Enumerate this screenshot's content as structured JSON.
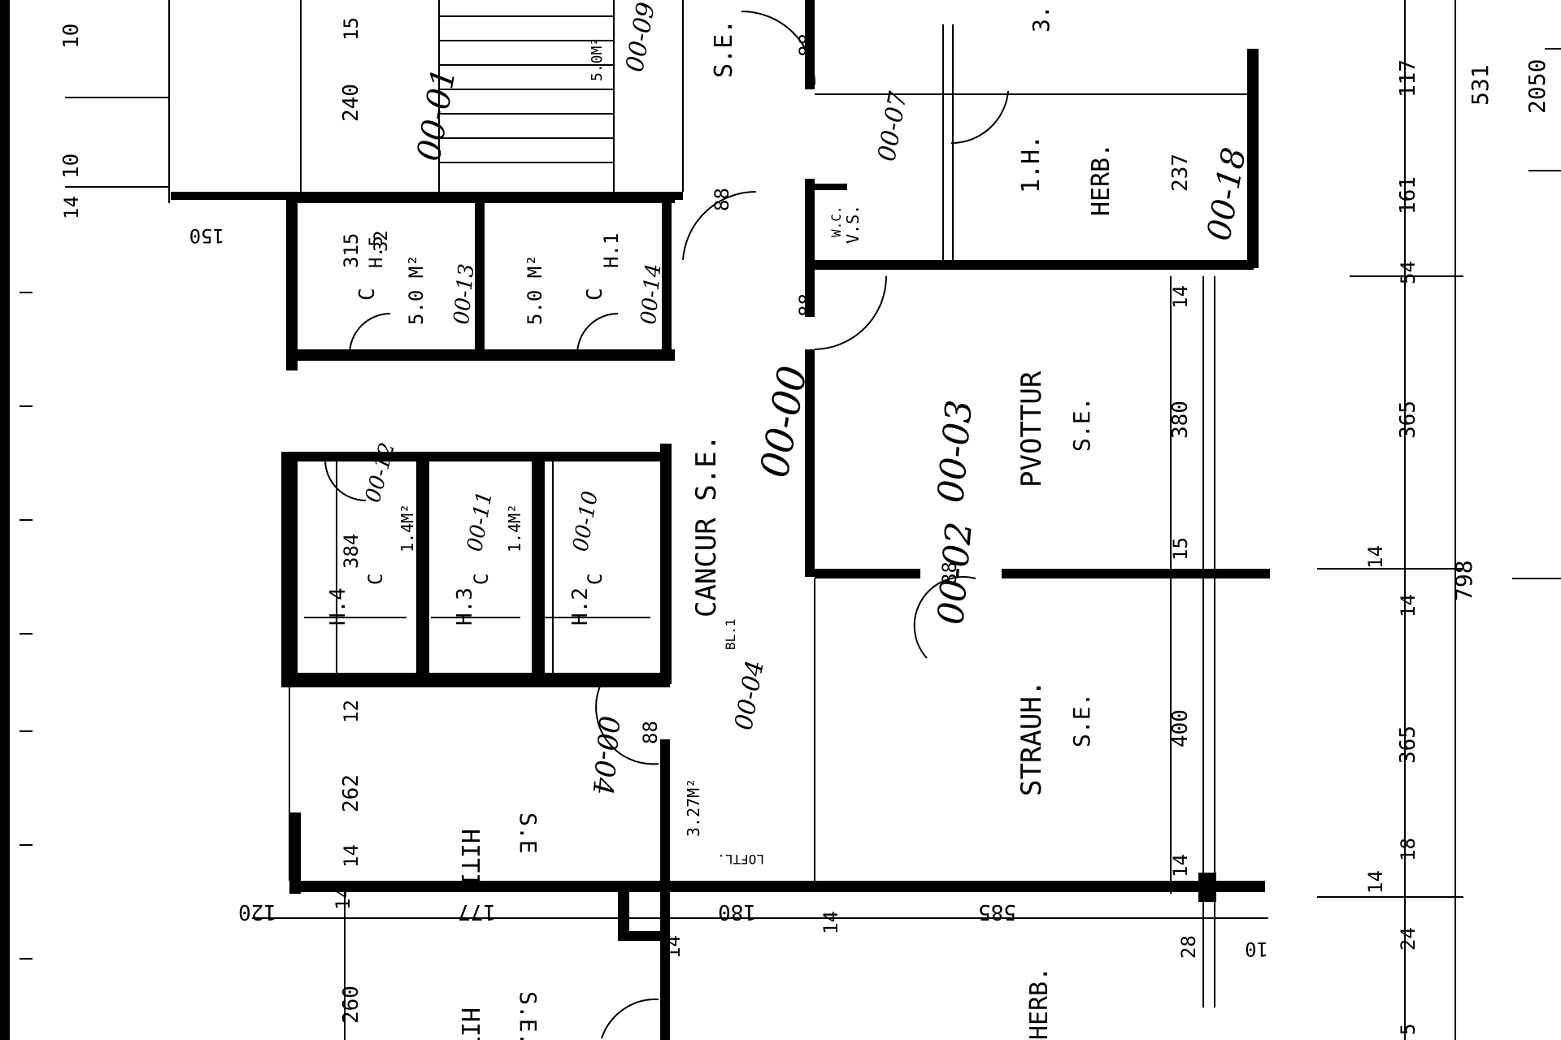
{
  "rooms": [
    {
      "id": "room-hiti",
      "name": "HITI",
      "sub": "S.E",
      "code": "00-04"
    },
    {
      "id": "room-cancur",
      "name": "CANCUR S.E.",
      "code": "00-00"
    },
    {
      "id": "room-pvottur",
      "name": "PVOTTUR",
      "sub": "S.E.",
      "code": "00-03"
    },
    {
      "id": "room-strauh",
      "name": "STRAUH.",
      "sub": "S.E.",
      "code": "00-02"
    },
    {
      "id": "room-1h-herb",
      "name": "1.H.",
      "sub": "HERB.",
      "code": "00-18"
    },
    {
      "id": "room-c-top",
      "name": "C",
      "area": "5.0 M²",
      "code": "00-13"
    },
    {
      "id": "room-c-top2",
      "name": "C",
      "area": "5.0 M²",
      "code": "00-14"
    },
    {
      "id": "room-c-mid1",
      "name": "C",
      "code": "00-12"
    },
    {
      "id": "room-c-mid2",
      "name": "C",
      "code": "00-11"
    },
    {
      "id": "room-c-mid3",
      "name": "C",
      "code": "00-10"
    },
    {
      "id": "room-small",
      "name": "LOFTL.",
      "code": "00-04"
    },
    {
      "id": "room-se-top",
      "name": "S.E.",
      "code": "00-07"
    },
    {
      "id": "room-vs",
      "name": "V.S.",
      "code": "00-07"
    },
    {
      "id": "room-stair",
      "code": "00-01"
    }
  ],
  "labels": {
    "hiti_bottom": "HITI",
    "se_bottom": "S.E.",
    "herb_bottom": "HERB.",
    "bl": "BL.1",
    "wc": "W.C.",
    "m2_label": "5.0M²",
    "m2_small": "1.4M²",
    "m2_mid": "1.4M²",
    "area_27": "3.27M²",
    "code_00_09": "00-09",
    "c_label": "C",
    "h4": "H.4",
    "h3": "H.3",
    "h2": "H.2",
    "h1": "H.1",
    "h5": "H.5",
    "s3": "3."
  },
  "dims": {
    "d88a": "88",
    "d88b": "88",
    "d88c": "88",
    "d88d": "88",
    "d88e": "88",
    "d240": "240",
    "d15": "15",
    "d10a": "10",
    "d10b": "10",
    "d14a": "14",
    "d150": "150",
    "d315": "315",
    "d32": "32",
    "d384": "384",
    "d12": "12",
    "d262": "262",
    "d14b": "14",
    "d120": "120",
    "d14c": "14",
    "d177": "177",
    "d180": "180",
    "d14d": "14",
    "d585": "585",
    "d28": "28",
    "d10c": "10",
    "d14e": "14",
    "d260": "260",
    "d237": "237",
    "d14f": "14",
    "d380": "380",
    "d15b": "15",
    "d400": "400",
    "d14g": "14",
    "d117": "117",
    "d161": "161",
    "d54": "54",
    "d365a": "365",
    "d14h": "14",
    "d14i": "14",
    "d365b": "365",
    "d18": "18",
    "d14j": "14",
    "d24": "24",
    "d531": "531",
    "d2050": "2050",
    "d798": "798",
    "d5": "5"
  }
}
